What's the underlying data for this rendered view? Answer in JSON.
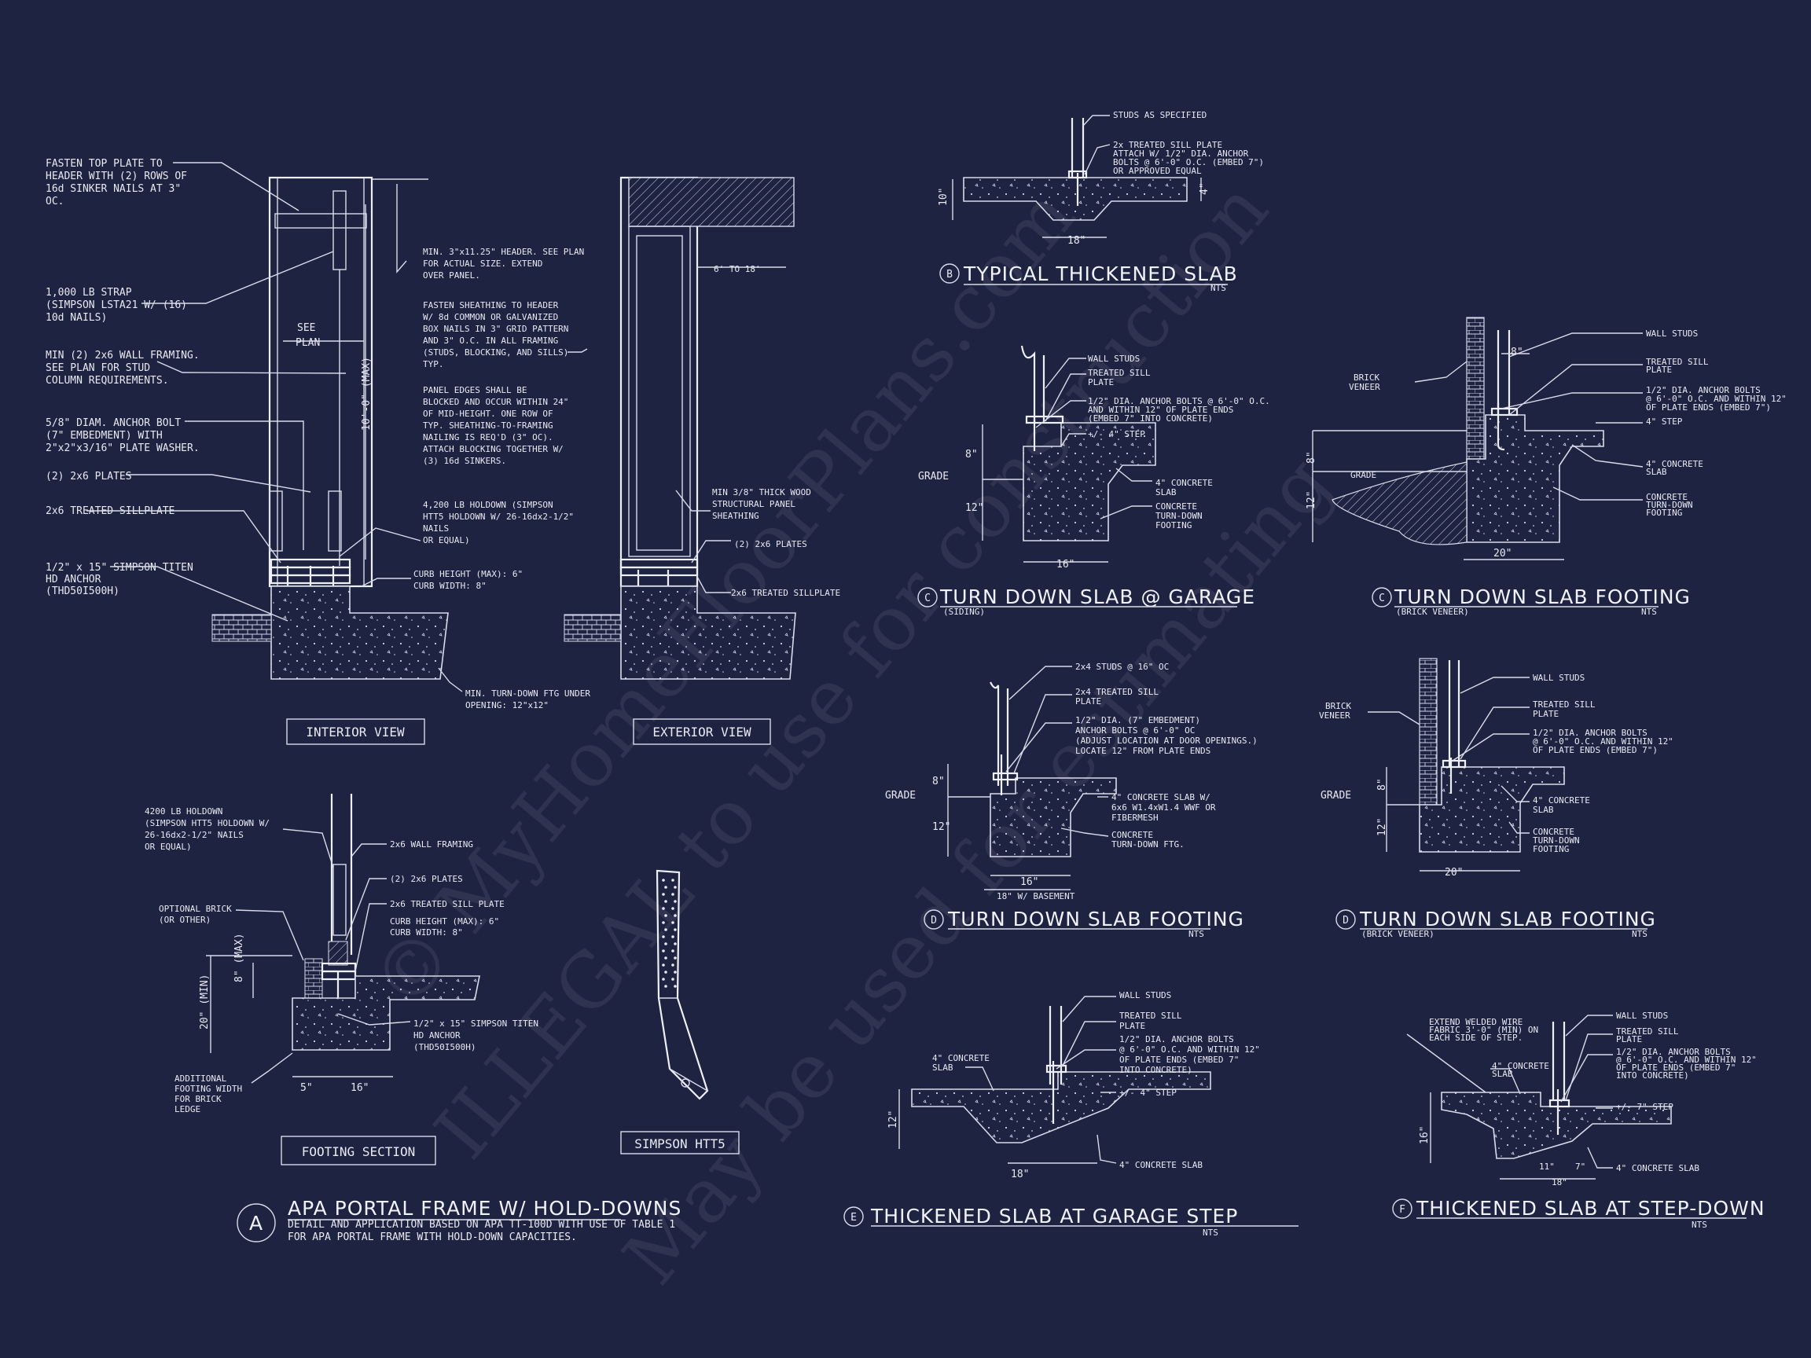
{
  "detail_A": {
    "interior_notes": [
      "FASTEN TOP PLATE TO",
      "HEADER WITH (2) ROWS OF",
      "16d SINKER NAILS AT 3\"",
      "OC.",
      "1,000 LB STRAP",
      "(SIMPSON LSTA21 W/ (16)",
      "10d NAILS)",
      "MIN (2) 2x6 WALL FRAMING.",
      "SEE PLAN FOR STUD",
      "COLUMN REQUIREMENTS.",
      "5/8\" DIAM. ANCHOR BOLT",
      "(7\" EMBEDMENT) WITH",
      "2\"x2\"x3/16\" PLATE WASHER.",
      "(2) 2x6 PLATES",
      "2x6 TREATED SILLPLATE",
      "1/2\" x 15\" SIMPSON TITEN",
      "HD ANCHOR",
      "(THD50I500H)"
    ],
    "middle_notes": [
      "MIN. 3\"x11.25\" HEADER. SEE PLAN",
      "FOR ACTUAL SIZE. EXTEND",
      "OVER PANEL.",
      "FASTEN SHEATHING TO HEADER",
      "W/ 8d COMMON OR GALVANIZED",
      "BOX NAILS IN 3\" GRID PATTERN",
      "AND 3\" O.C. IN ALL FRAMING",
      "(STUDS, BLOCKING, AND SILLS)",
      "TYP.",
      "PANEL EDGES SHALL BE",
      "BLOCKED AND OCCUR WITHIN 24\"",
      "OF MID-HEIGHT.  ONE ROW OF",
      "TYP. SHEATHING-TO-FRAMING",
      "NAILING IS REQ'D (3\" OC).",
      "ATTACH BLOCKING TOGETHER W/",
      "(3) 16d SINKERS.",
      "4,200 LB HOLDOWN (SIMPSON",
      "HTT5 HOLDOWN W/ 26-16dx2-1/2\"",
      "NAILS",
      "OR EQUAL)",
      "CURB HEIGHT (MAX): 6\"",
      "CURB WIDTH: 8\"",
      "MIN. TURN-DOWN FTG UNDER",
      "OPENING: 12\"x12\""
    ],
    "see_plan": [
      "SEE",
      "PLAN"
    ],
    "height_dim": "10'-0\" (MAX)",
    "interior_label": "INTERIOR VIEW",
    "exterior_notes": [
      "6' TO 18'",
      "MIN 3/8\" THICK WOOD",
      "STRUCTURAL PANEL",
      "SHEATHING",
      "(2) 2x6 PLATES",
      "2x6 TREATED SILLPLATE"
    ],
    "exterior_label": "EXTERIOR VIEW",
    "footing_notes": [
      "4200 LB HOLDOWN",
      "(SIMPSON HTT5 HOLDOWN W/",
      "26-16dx2-1/2\" NAILS",
      "OR EQUAL)",
      "2x6 WALL FRAMING",
      "(2) 2x6 PLATES",
      "OPTIONAL BRICK",
      "(OR OTHER)",
      "2x6 TREATED SILL PLATE",
      "CURB HEIGHT (MAX): 6\"",
      "CURB WIDTH: 8\"",
      "1/2\" x 15\" SIMPSON TITEN",
      "HD ANCHOR",
      "(THD50I500H)",
      "ADDITIONAL",
      "FOOTING WIDTH",
      "FOR BRICK",
      "LEDGE"
    ],
    "footing_dims": [
      "8\" (MAX)",
      "20\" (MIN)",
      "5\"",
      "16\""
    ],
    "footing_label": "FOOTING SECTION",
    "simpson_label": "SIMPSON HTT5",
    "letter": "A",
    "title": "APA PORTAL FRAME W/ HOLD-DOWNS",
    "desc": [
      "DETAIL AND APPLICATION BASED ON APA TT-100D WITH USE OF TABLE 1",
      "FOR APA PORTAL FRAME WITH HOLD-DOWN CAPACITIES."
    ]
  },
  "detail_B": {
    "notes": [
      "STUDS AS SPECIFIED",
      "2x TREATED SILL PLATE",
      "ATTACH W/ 1/2\" DIA. ANCHOR",
      "BOLTS @ 6'-0\" O.C. (EMBED 7\")",
      "OR APPROVED EQUAL"
    ],
    "dims": [
      "10\"",
      "4\"",
      "18\""
    ],
    "letter": "B",
    "title": "TYPICAL THICKENED SLAB",
    "nts": "NTS"
  },
  "detail_C1": {
    "notes": [
      "WALL STUDS",
      "TREATED SILL",
      "PLATE",
      "1/2\" DIA. ANCHOR BOLTS @ 6'-0\" O.C.",
      "AND WITHIN 12\" OF PLATE ENDS",
      "(EMBED 7\" INTO CONCRETE)",
      "+/- 4\" STEP",
      "4\" CONCRETE",
      "SLAB",
      "CONCRETE",
      "TURN-DOWN",
      "FOOTING"
    ],
    "dims": [
      "8\"",
      "12\"",
      "16\""
    ],
    "grade": "GRADE",
    "letter": "C",
    "title": "TURN DOWN SLAB @ GARAGE",
    "sub": "(SIDING)"
  },
  "detail_C2": {
    "notes": [
      "WALL STUDS",
      "TREATED SILL",
      "PLATE",
      "1/2\" DIA. ANCHOR BOLTS",
      "@ 6'-0\" O.C. AND WITHIN 12\"",
      "OF PLATE ENDS (EMBED 7\")",
      "4\" STEP",
      "4\" CONCRETE",
      "SLAB",
      "CONCRETE",
      "TURN-DOWN",
      "FOOTING",
      "BRICK",
      "VENEER"
    ],
    "dims": [
      "8\"",
      "8\"",
      "12\"",
      "20\""
    ],
    "grade": "GRADE",
    "letter": "C",
    "title": "TURN DOWN SLAB FOOTING",
    "sub": "(BRICK VENEER)",
    "nts": "NTS"
  },
  "detail_D1": {
    "notes": [
      "2x4 STUDS @ 16\" OC",
      "2x4 TREATED SILL",
      "PLATE",
      "1/2\" DIA. (7\" EMBEDMENT)",
      "ANCHOR BOLTS @ 6'-0\" OC",
      "(ADJUST LOCATION AT DOOR OPENINGS.)",
      "LOCATE 12\" FROM PLATE ENDS",
      "4\" CONCRETE SLAB W/",
      "6x6 W1.4xW1.4 WWF OR",
      "FIBERMESH",
      "CONCRETE",
      "TURN-DOWN FTG."
    ],
    "dims": [
      "8\"",
      "12\"",
      "16\"",
      "18\" W/ BASEMENT"
    ],
    "grade": "GRADE",
    "letter": "D",
    "title": "TURN DOWN SLAB FOOTING",
    "nts": "NTS"
  },
  "detail_D2": {
    "notes": [
      "WALL STUDS",
      "BRICK",
      "VENEER",
      "TREATED SILL",
      "PLATE",
      "1/2\" DIA. ANCHOR BOLTS",
      "@ 6'-0\" O.C. AND WITHIN 12\"",
      "OF PLATE ENDS (EMBED 7\")",
      "4\" CONCRETE",
      "SLAB",
      "CONCRETE",
      "TURN-DOWN",
      "FOOTING"
    ],
    "dims": [
      "8\"",
      "12\"",
      "20\""
    ],
    "grade": "GRADE",
    "letter": "D",
    "title": "TURN DOWN SLAB FOOTING",
    "sub": "(BRICK VENEER)",
    "nts": "NTS"
  },
  "detail_E": {
    "notes": [
      "WALL STUDS",
      "TREATED SILL",
      "PLATE",
      "1/2\" DIA. ANCHOR BOLTS",
      "@ 6'-0\" O.C. AND WITHIN 12\"",
      "OF PLATE ENDS (EMBED 7\"",
      "INTO CONCRETE)",
      "+/- 4\" STEP",
      "4\" CONCRETE",
      "SLAB",
      "4\" CONCRETE SLAB"
    ],
    "dims": [
      "12\"",
      "18\""
    ],
    "letter": "E",
    "title": "THICKENED SLAB AT GARAGE STEP",
    "nts": "NTS"
  },
  "detail_F": {
    "notes": [
      "EXTEND WELDED WIRE",
      "FABRIC 3'-0\" (MIN) ON",
      "EACH SIDE OF STEP.",
      "WALL STUDS",
      "TREATED SILL",
      "PLATE",
      "1/2\" DIA. ANCHOR BOLTS",
      "@ 6'-0\" O.C. AND WITHIN 12\"",
      "OF PLATE ENDS (EMBED 7\"",
      "INTO CONCRETE)",
      "4\" CONCRETE",
      "SLAB",
      "+/- 7\" STEP",
      "4\" CONCRETE SLAB"
    ],
    "dims": [
      "16\"",
      "11\"",
      "7\"",
      "18\""
    ],
    "letter": "F",
    "title": "THICKENED SLAB AT STEP-DOWN",
    "nts": "NTS"
  },
  "watermark": [
    "© MyHomeFloorPlans.com",
    "ILLEGAL to use for construction",
    "May be used for estimating"
  ],
  "colors": {
    "background": "#1f2342",
    "ink": "#e8eaf2"
  }
}
